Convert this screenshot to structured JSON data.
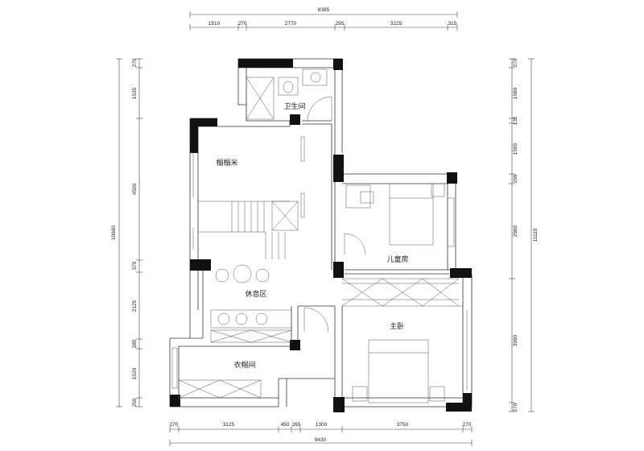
{
  "top_dims": {
    "total": "8385",
    "segments": [
      "1510",
      "270",
      "2770",
      "295",
      "3225",
      "315"
    ]
  },
  "bottom_dims": {
    "total": "9430",
    "segments": [
      "270",
      "3125",
      "450",
      "265",
      "1300",
      "3750",
      "270"
    ]
  },
  "left_dims": {
    "total": "10660",
    "segments": [
      "270",
      "1535",
      "4500",
      "375",
      "2125",
      "285",
      "1520",
      "250"
    ]
  },
  "right_dims": {
    "total": "11110",
    "segments": [
      "270",
      "1580",
      "135",
      "1595",
      "290",
      "2980",
      "3990",
      "270"
    ]
  },
  "rooms": {
    "bathroom": "卫生间",
    "tatami": "榻榻米",
    "kids_room": "儿童房",
    "lounge": "休息区",
    "master_bedroom": "主卧",
    "cloakroom": "衣帽间"
  }
}
